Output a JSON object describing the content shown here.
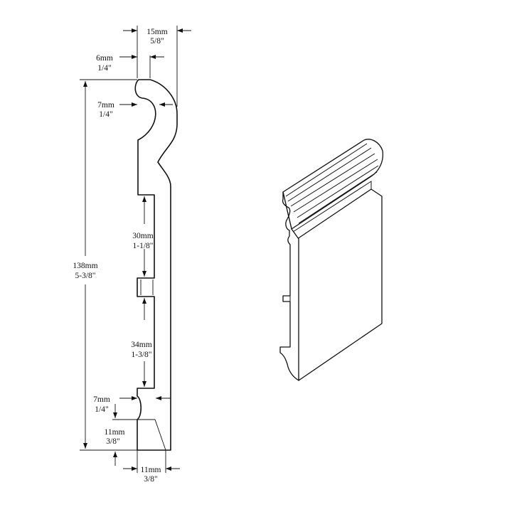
{
  "dimensions": {
    "top_width": {
      "metric": "15mm",
      "imperial": "5/8\""
    },
    "top_bead": {
      "metric": "6mm",
      "imperial": "1/4\""
    },
    "top_step": {
      "metric": "7mm",
      "imperial": "1/4\""
    },
    "total_height": {
      "metric": "138mm",
      "imperial": "5-3/8\""
    },
    "upper_panel": {
      "metric": "30mm",
      "imperial": "1-1/8\""
    },
    "lower_panel": {
      "metric": "34mm",
      "imperial": "1-3/8\""
    },
    "bottom_step": {
      "metric": "7mm",
      "imperial": "1/4\""
    },
    "base_height": {
      "metric": "11mm",
      "imperial": "3/8\""
    },
    "base_width": {
      "metric": "11mm",
      "imperial": "3/8\""
    }
  },
  "colors": {
    "line": "#111111",
    "background": "#ffffff"
  }
}
